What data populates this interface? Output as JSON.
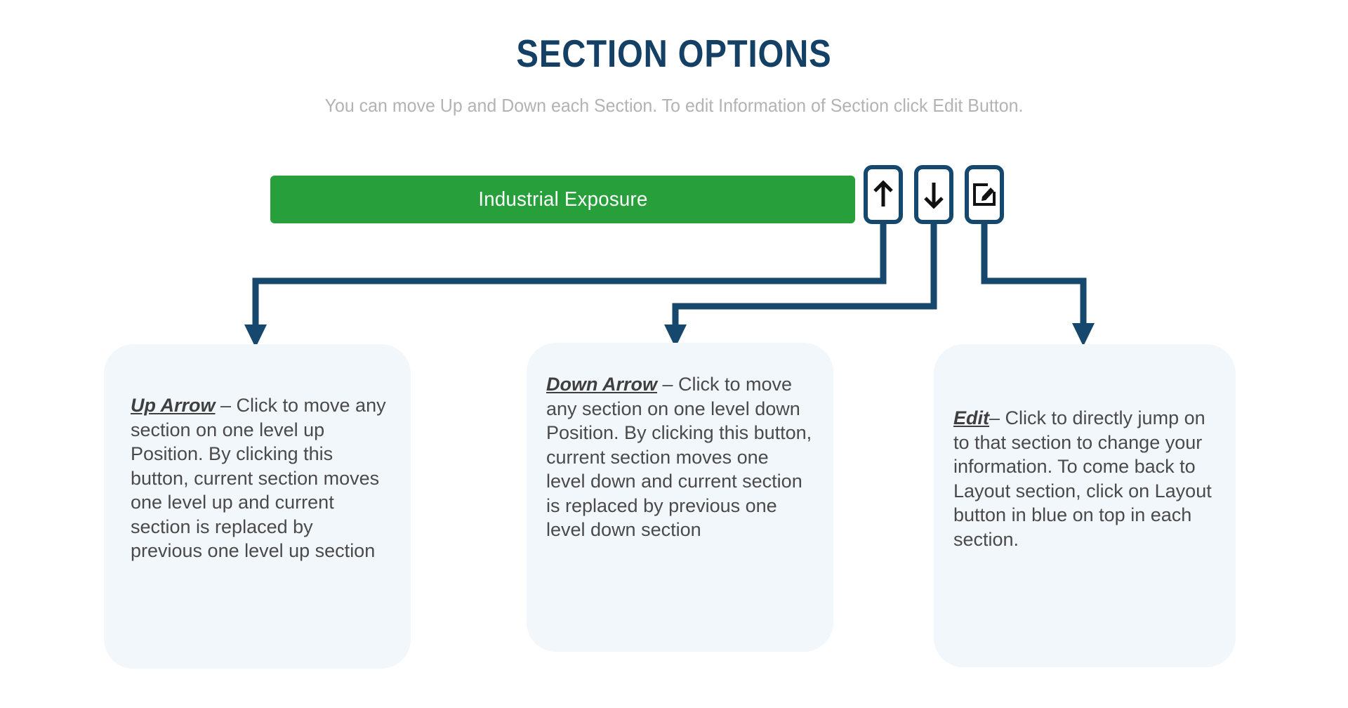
{
  "header": {
    "title": "SECTION OPTIONS",
    "subtitle": "You can move Up and Down each Section. To edit Information of Section click Edit Button."
  },
  "section_bar": {
    "label": "Industrial Exposure",
    "color": "#27a03c",
    "text_color": "#ffffff"
  },
  "buttons": [
    {
      "name": "up-arrow-button",
      "icon": "arrow-up-icon",
      "tooltip": "Up Arrow"
    },
    {
      "name": "down-arrow-button",
      "icon": "arrow-down-icon",
      "tooltip": "Down Arrow"
    },
    {
      "name": "edit-button",
      "icon": "edit-pencil-icon",
      "tooltip": "Edit"
    }
  ],
  "cards": [
    {
      "term": "Up Arrow",
      "body": " – Click to move any section on one level up Position. By clicking this button, current section moves one level up and current section is replaced by  previous one level up section"
    },
    {
      "term": "Down Arrow",
      "body": " – Click to move any section on one level down Position. By clicking this button, current section moves one level down and current section is replaced by  previous one level down section"
    },
    {
      "term": "Edit",
      "body": "– Click to directly jump on to that section to change your information. To come back to Layout section, click on Layout button in blue on top in each section."
    }
  ],
  "colors": {
    "title": "#144066",
    "subtitle": "#b3b3b3",
    "connector": "#16486e",
    "card_bg": "#f2f7fc",
    "card_text": "#4a4a4a"
  }
}
